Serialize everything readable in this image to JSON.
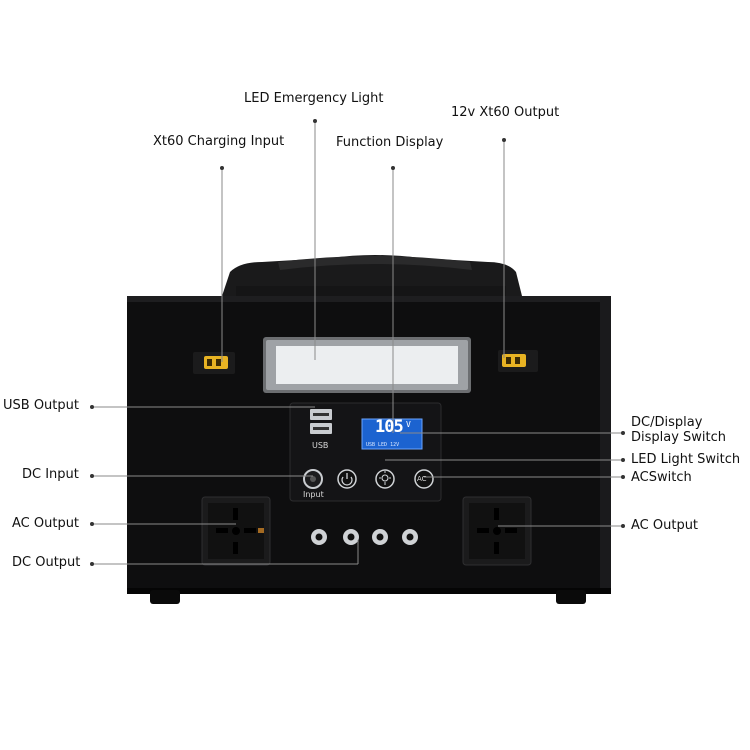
{
  "labels": {
    "led_emergency_light": "LED Emergency Light",
    "xt60_output": "12v Xt60 Output",
    "xt60_input": "Xt60 Charging Input",
    "function_display": "Function Display",
    "usb_output": "USB Output",
    "dc_display_switch_line1": "DC/Display",
    "dc_display_switch_line2": "Display Switch",
    "led_light_switch": "LED Light Switch",
    "dc_input": "DC Input",
    "ac_switch": "ACSwitch",
    "ac_output_left": "AC Output",
    "ac_output_right": "AC Output",
    "dc_output": "DC Output"
  },
  "device": {
    "usb_text": "USB",
    "input_text": "Input",
    "ac_button_text": "AC",
    "lcd_main": "105",
    "lcd_unit": "V",
    "lcd_sub": "USB LED 12V"
  },
  "colors": {
    "body": "#0e0e0f",
    "lcd": "#2b6fd6",
    "led_panel": "#e4e6e8",
    "xt60": "#e8b323"
  }
}
